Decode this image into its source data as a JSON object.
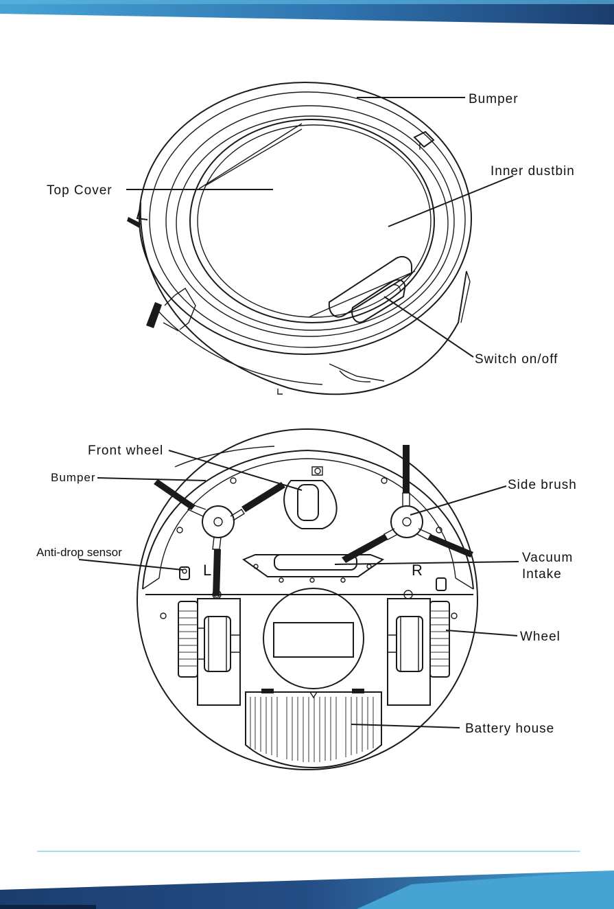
{
  "colors": {
    "banner_dark": "#1b3d6e",
    "banner_light": "#46a3d4",
    "footer_rule": "#8fd3e8",
    "line": "#1a1a1a"
  },
  "top_view": {
    "bumper": "Bumper",
    "inner_dustbin": "Inner dustbin",
    "top_cover": "Top Cover",
    "switch": "Switch on/off"
  },
  "bottom_view": {
    "front_wheel": "Front wheel",
    "bumper": "Bumper",
    "side_brush": "Side brush",
    "anti_drop_sensor": "Anti-drop sensor",
    "vacuum_intake_line1": "Vacuum",
    "vacuum_intake_line2": "Intake",
    "wheel": "Wheel",
    "battery_house": "Battery house",
    "left_mark": "L",
    "right_mark": "R"
  }
}
